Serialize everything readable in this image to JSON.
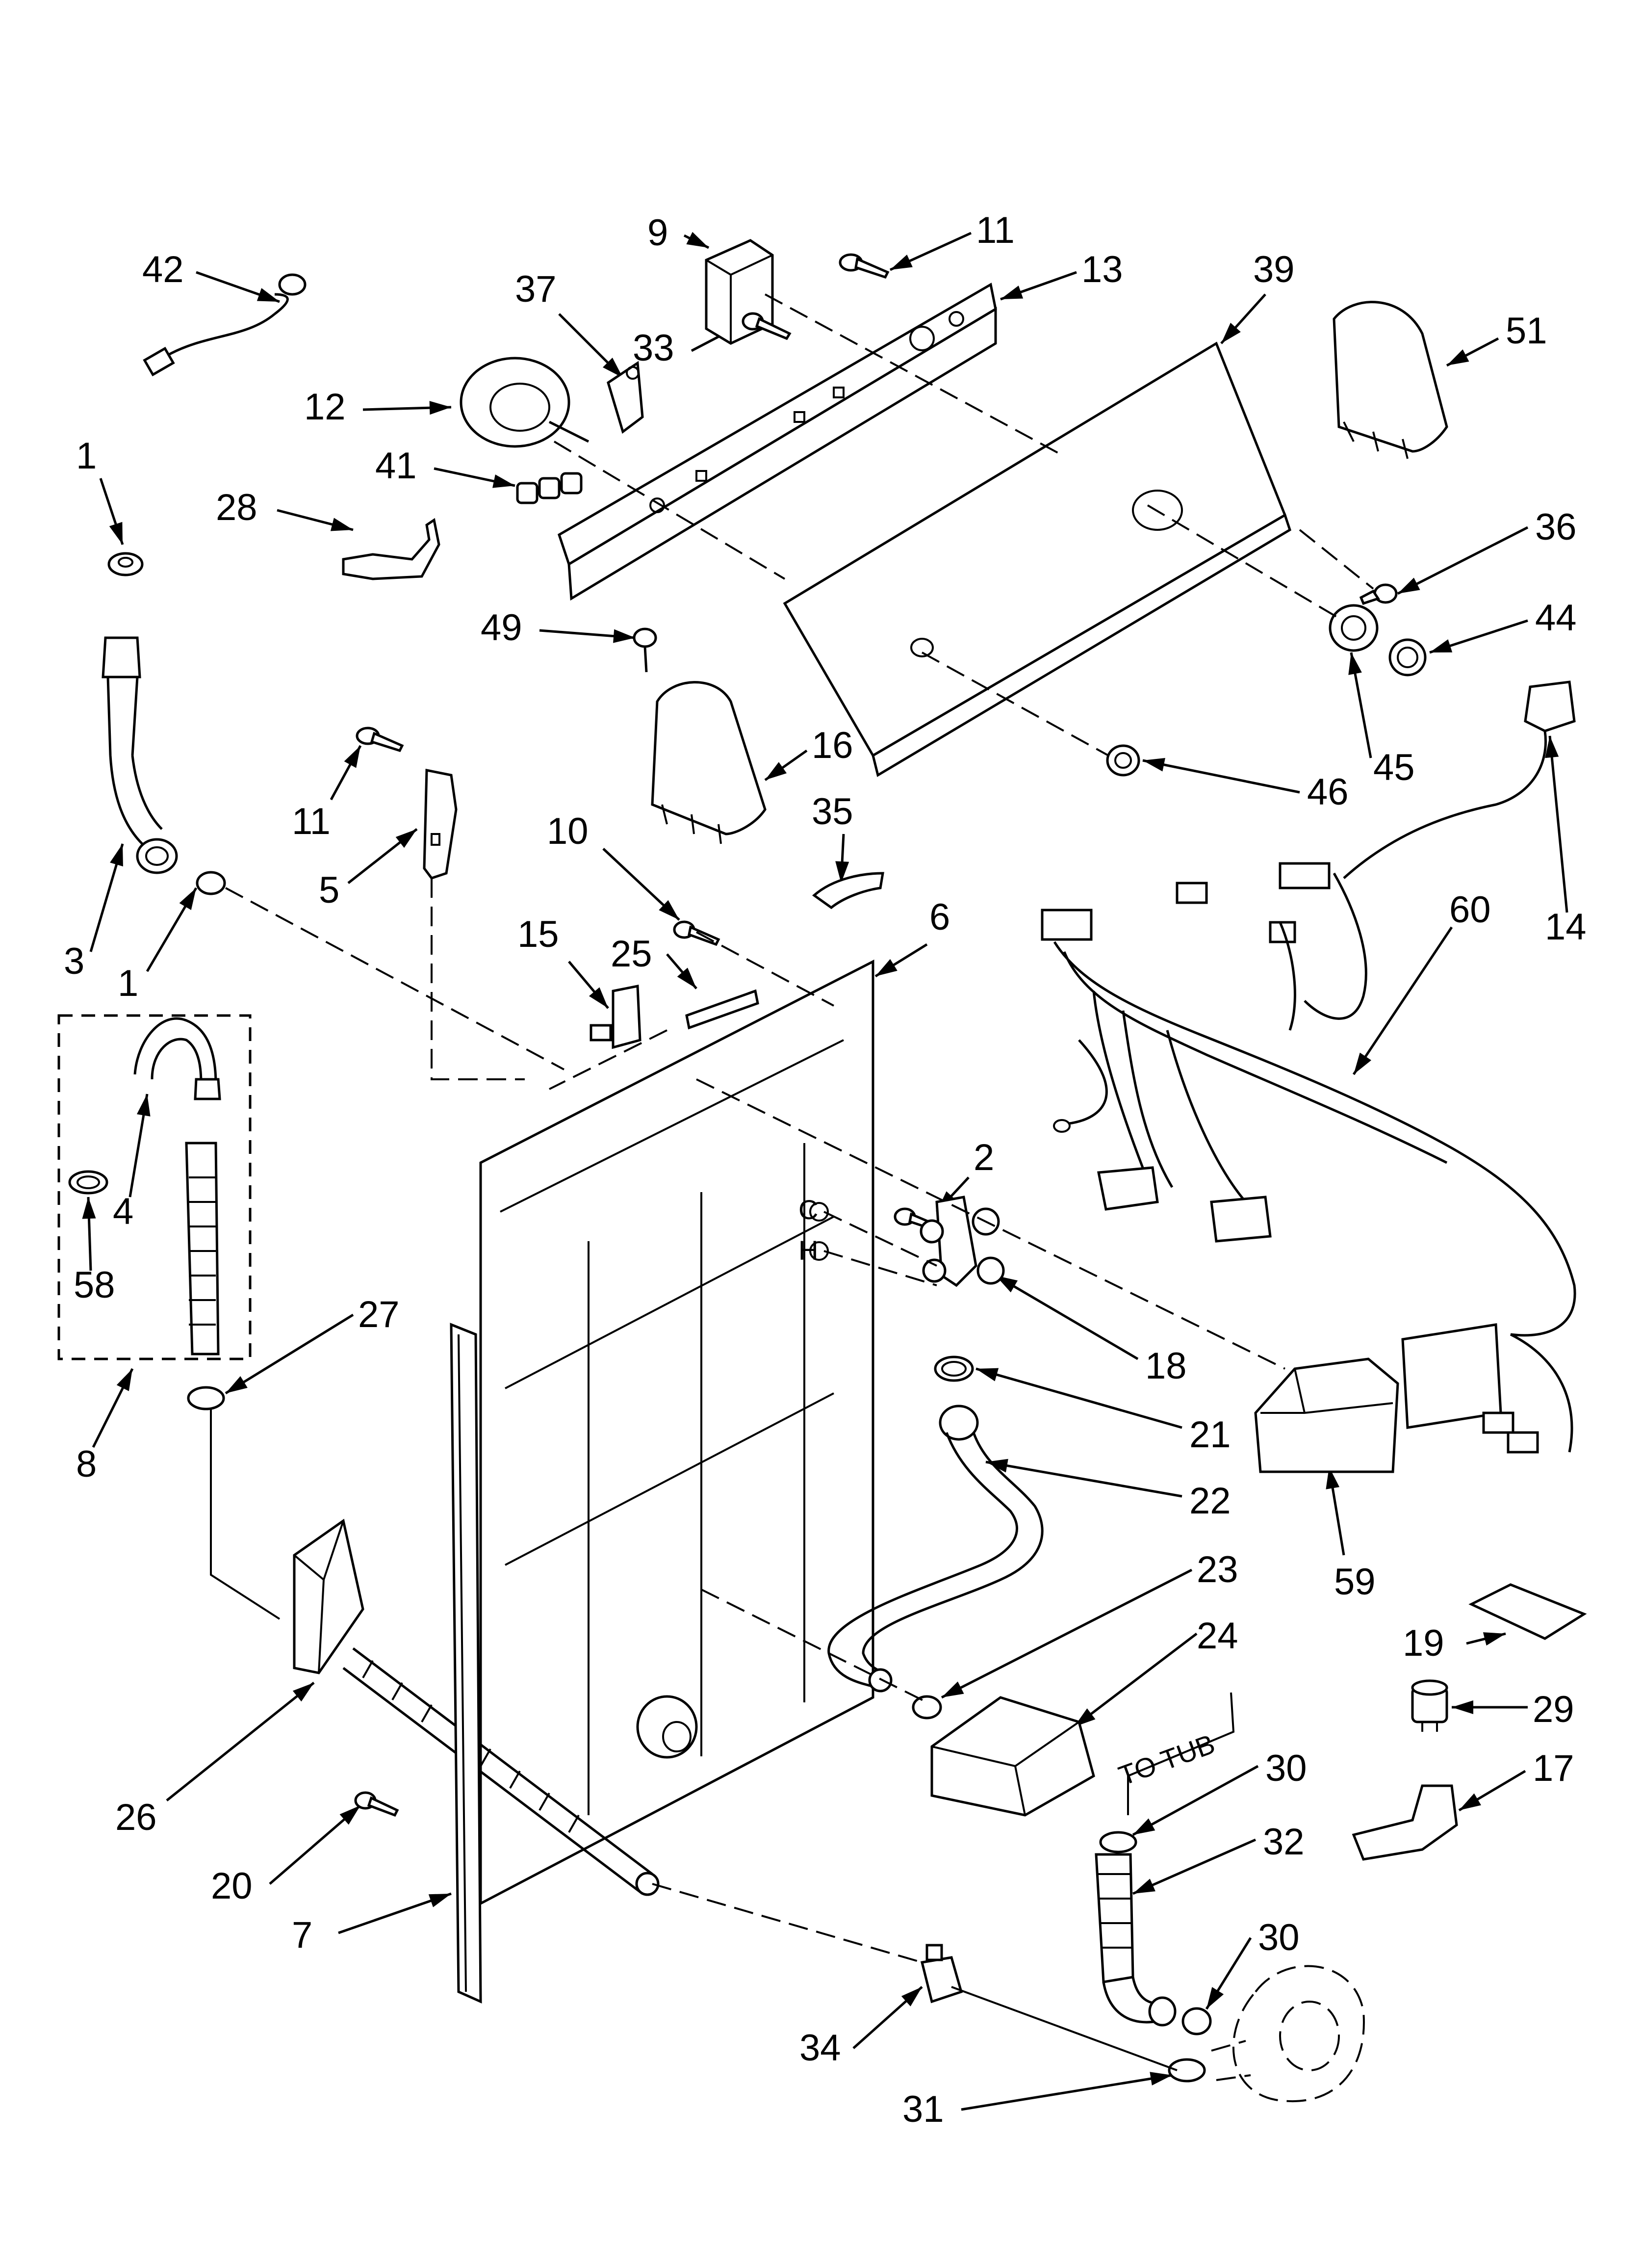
{
  "callouts": [
    {
      "id": "c-42",
      "text": "42"
    },
    {
      "id": "c-1a",
      "text": "1"
    },
    {
      "id": "c-28",
      "text": "28"
    },
    {
      "id": "c-12",
      "text": "12"
    },
    {
      "id": "c-41",
      "text": "41"
    },
    {
      "id": "c-37",
      "text": "37"
    },
    {
      "id": "c-9",
      "text": "9"
    },
    {
      "id": "c-33",
      "text": "33"
    },
    {
      "id": "c-11a",
      "text": "11"
    },
    {
      "id": "c-13",
      "text": "13"
    },
    {
      "id": "c-39",
      "text": "39"
    },
    {
      "id": "c-51",
      "text": "51"
    },
    {
      "id": "c-36",
      "text": "36"
    },
    {
      "id": "c-44",
      "text": "44"
    },
    {
      "id": "c-45",
      "text": "45"
    },
    {
      "id": "c-46",
      "text": "46"
    },
    {
      "id": "c-49",
      "text": "49"
    },
    {
      "id": "c-16",
      "text": "16"
    },
    {
      "id": "c-11b",
      "text": "11"
    },
    {
      "id": "c-5",
      "text": "5"
    },
    {
      "id": "c-3",
      "text": "3"
    },
    {
      "id": "c-1b",
      "text": "1"
    },
    {
      "id": "c-35",
      "text": "35"
    },
    {
      "id": "c-10",
      "text": "10"
    },
    {
      "id": "c-15",
      "text": "15"
    },
    {
      "id": "c-25",
      "text": "25"
    },
    {
      "id": "c-6",
      "text": "6"
    },
    {
      "id": "c-14",
      "text": "14"
    },
    {
      "id": "c-60",
      "text": "60"
    },
    {
      "id": "c-4",
      "text": "4"
    },
    {
      "id": "c-58",
      "text": "58"
    },
    {
      "id": "c-8",
      "text": "8"
    },
    {
      "id": "c-27",
      "text": "27"
    },
    {
      "id": "c-2",
      "text": "2"
    },
    {
      "id": "c-18",
      "text": "18"
    },
    {
      "id": "c-21",
      "text": "21"
    },
    {
      "id": "c-22",
      "text": "22"
    },
    {
      "id": "c-59",
      "text": "59"
    },
    {
      "id": "c-23",
      "text": "23"
    },
    {
      "id": "c-24",
      "text": "24"
    },
    {
      "id": "c-19",
      "text": "19"
    },
    {
      "id": "c-29",
      "text": "29"
    },
    {
      "id": "c-26",
      "text": "26"
    },
    {
      "id": "c-17",
      "text": "17"
    },
    {
      "id": "c-30a",
      "text": "30"
    },
    {
      "id": "c-32",
      "text": "32"
    },
    {
      "id": "c-20",
      "text": "20"
    },
    {
      "id": "c-7",
      "text": "7"
    },
    {
      "id": "c-30b",
      "text": "30"
    },
    {
      "id": "c-34",
      "text": "34"
    },
    {
      "id": "c-31",
      "text": "31"
    }
  ],
  "annotations": {
    "to_tub": "TO TUB",
    "valve_cold": "C",
    "valve_hot": "H"
  }
}
